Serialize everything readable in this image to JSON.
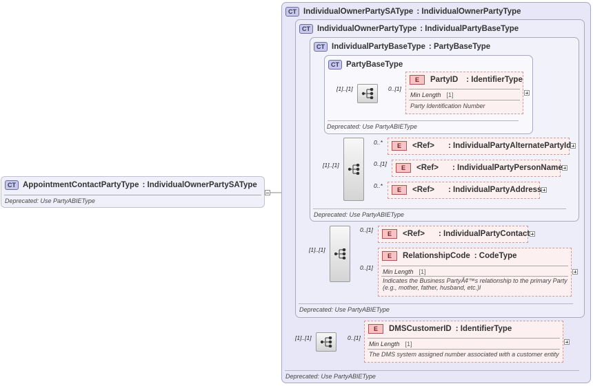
{
  "badges": {
    "complex_type": "CT",
    "element": "E"
  },
  "root": {
    "name": "AppointmentContactPartyType",
    "type": ": IndividualOwnerPartySAType",
    "note": "Deprecated: Use PartyABIEType"
  },
  "ct1": {
    "name": "IndividualOwnerPartySAType",
    "type": ": IndividualOwnerPartyType",
    "note": "Deprecated: Use PartyABIEType"
  },
  "ct2": {
    "name": "IndividualOwnerPartyType",
    "type": ": IndividualPartyBaseType",
    "note": "Deprecated: Use PartyABIEType"
  },
  "ct3": {
    "name": "IndividualPartyBaseType",
    "type": ": PartyBaseType",
    "note": "Deprecated: Use PartyABIEType"
  },
  "ct4": {
    "name": "PartyBaseType",
    "note": "Deprecated: Use PartyABIEType"
  },
  "elements": {
    "party_id": {
      "name": "PartyID",
      "type": ": IdentifierType",
      "prop": "Min Length",
      "prop_value": "[1]",
      "desc": "Party Identification Number"
    },
    "alt_party_id": {
      "ref": "<Ref>",
      "name": ": IndividualPartyAlternatePartyId"
    },
    "person_name": {
      "ref": "<Ref>",
      "name": ": IndividualPartyPersonName"
    },
    "address": {
      "ref": "<Ref>",
      "name": ": IndividualPartyAddress"
    },
    "contact": {
      "ref": "<Ref>",
      "name": ": IndividualPartyContact"
    },
    "relationship_code": {
      "name": "RelationshipCode",
      "type": ": CodeType",
      "prop": "Min Length",
      "prop_value": "[1]",
      "desc": "Indicates the Business PartyÂ¢™s relationship to the primary Party (e.g., mother, father, husband, etc.)l"
    },
    "dms_customer_id": {
      "name": "DMSCustomerID",
      "type": ": IdentifierType",
      "prop": "Min Length",
      "prop_value": "[1]",
      "desc": "The DMS system assigned number associated with a customer entity"
    }
  },
  "cardinalities": {
    "seq_party": "[1]..[1]",
    "party_id": "0..[1]",
    "seq_individual": "[1]..[1]",
    "alt_party_id": "0..*",
    "person_name": "0..[1]",
    "address": "0..*",
    "seq_owner": "[1]..[1]",
    "contact": "0..[1]",
    "relationship_code": "0..[1]",
    "seq_sa": "[1]..[1]",
    "dms_customer_id": "0..[1]"
  }
}
